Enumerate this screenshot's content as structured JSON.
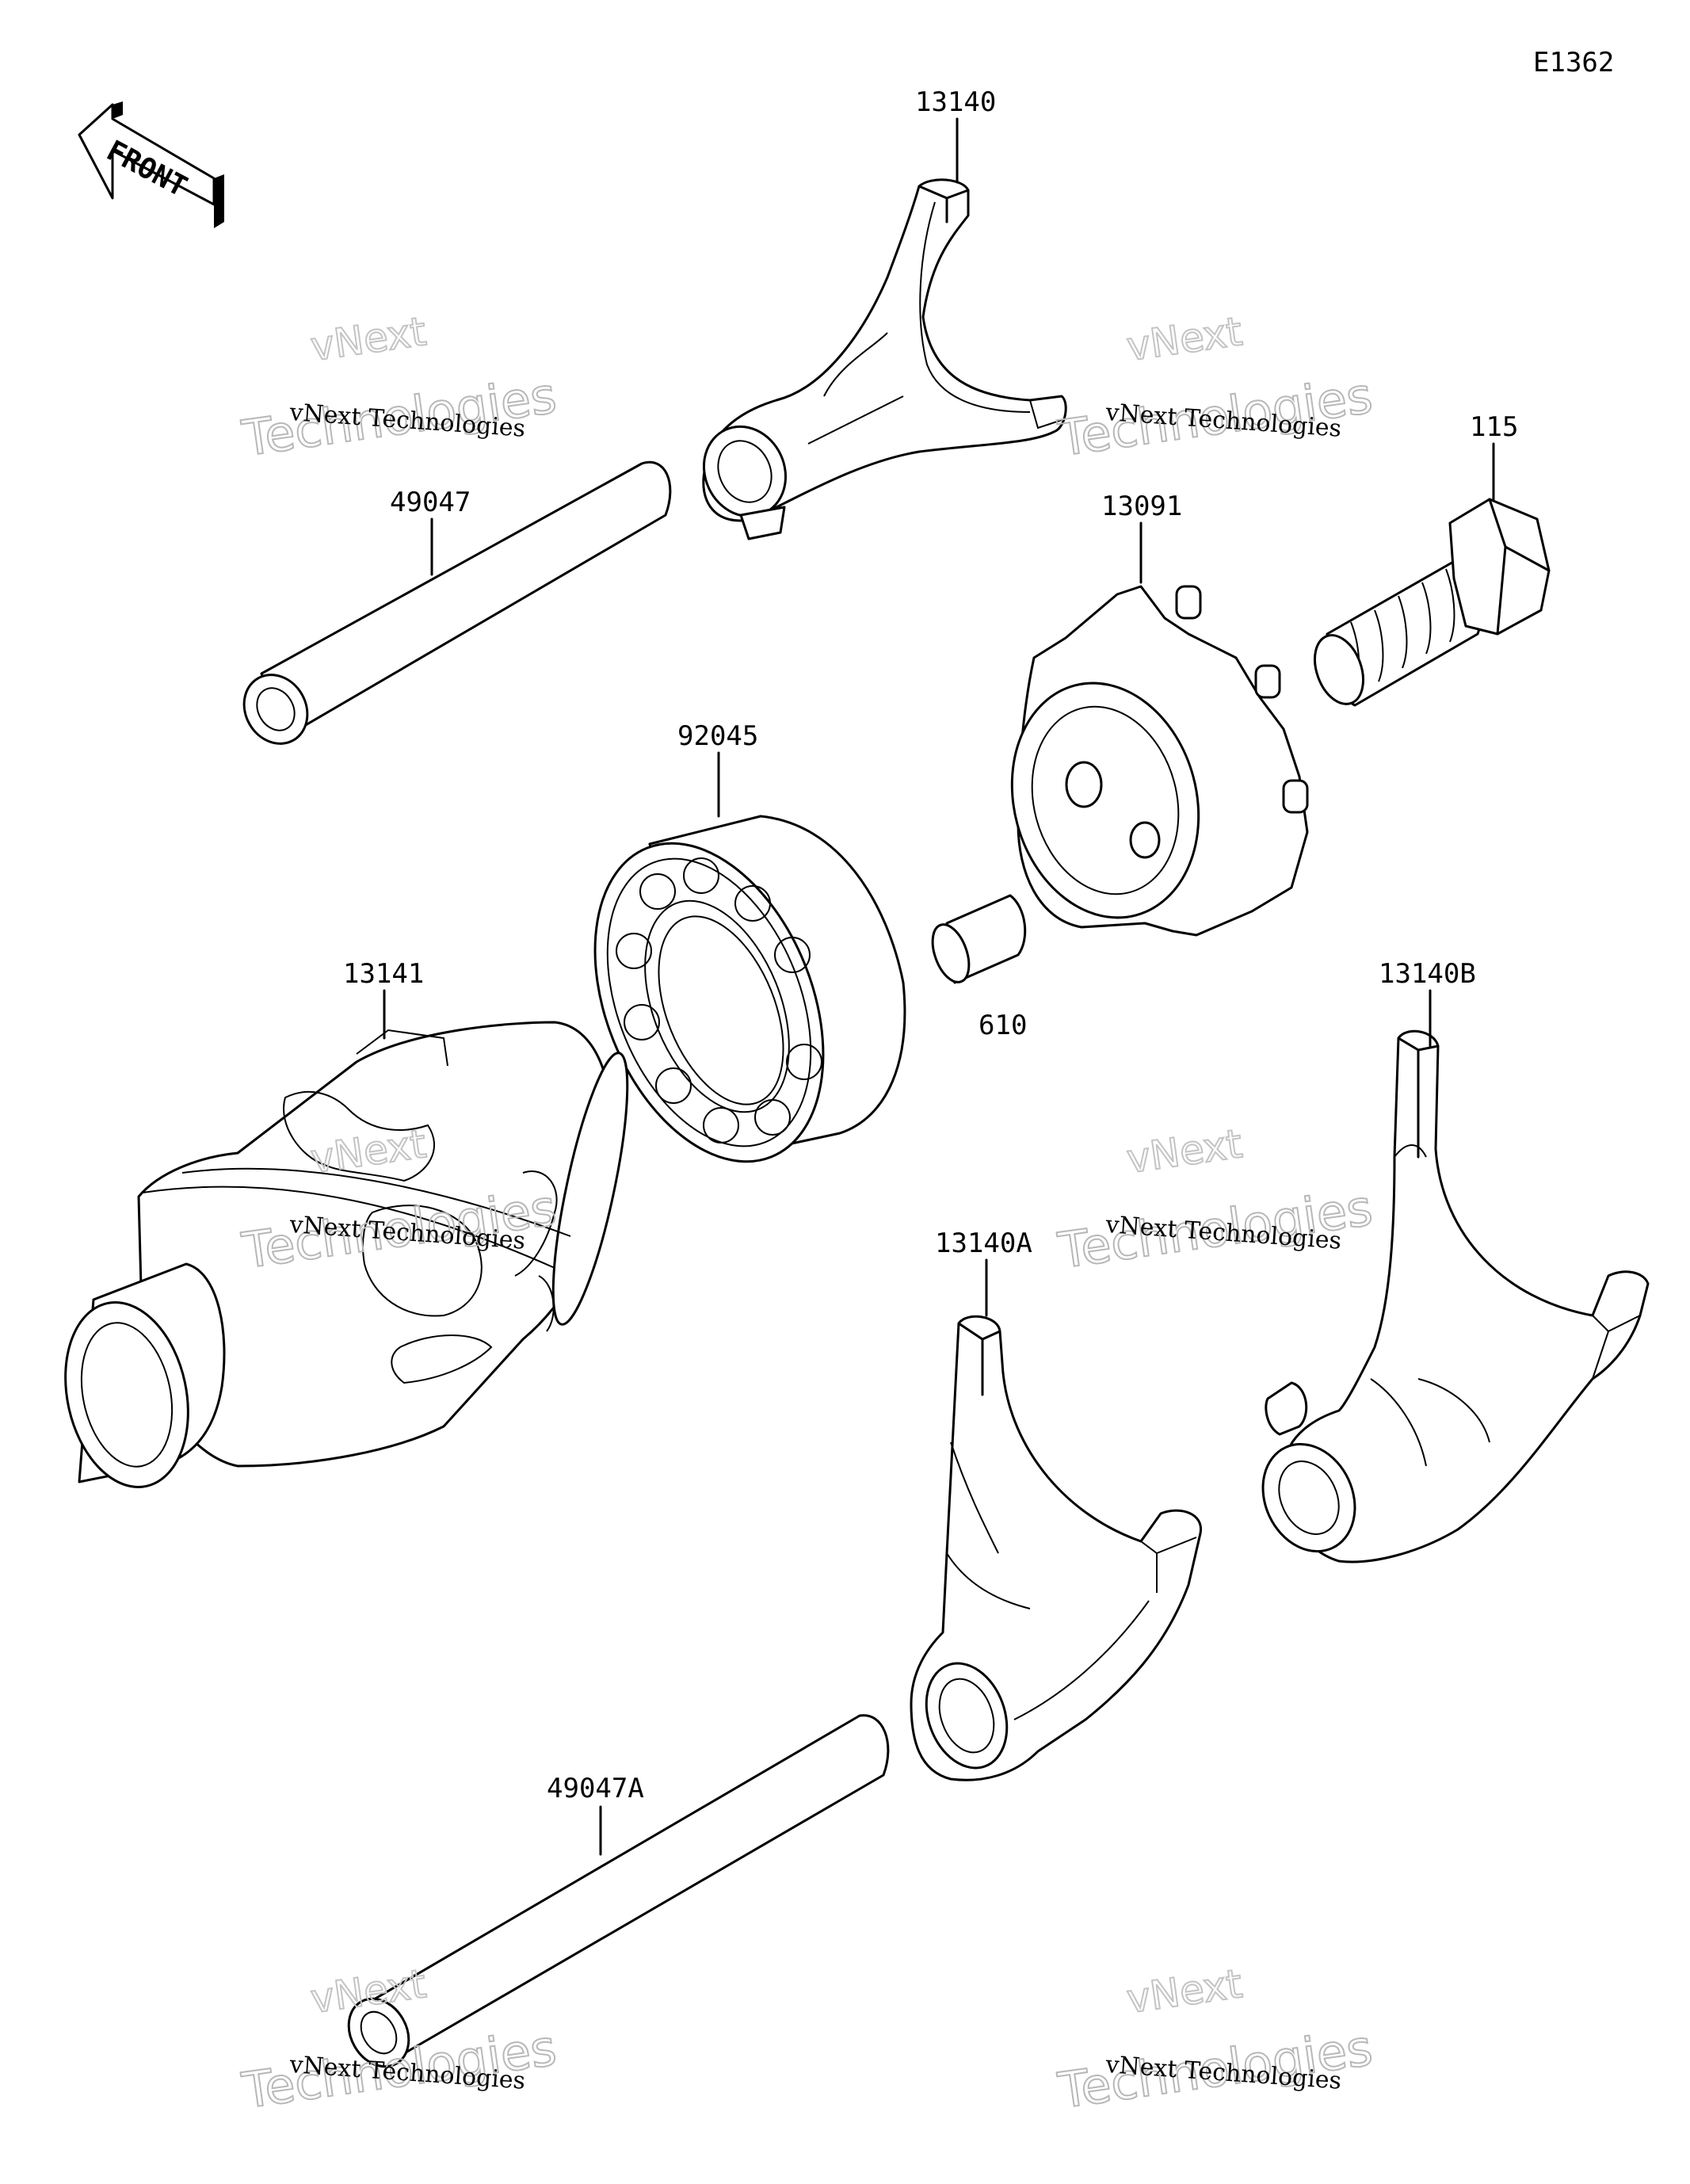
{
  "diagram_code": "E1362",
  "front_label": "FRONT",
  "watermark": {
    "line1": "vNext Technologies",
    "line2": "Technologies",
    "line0": "vNext"
  },
  "parts": [
    {
      "id": "p13140",
      "label": "13140"
    },
    {
      "id": "p49047",
      "label": "49047"
    },
    {
      "id": "p115",
      "label": "115"
    },
    {
      "id": "p13091",
      "label": "13091"
    },
    {
      "id": "p92045",
      "label": "92045"
    },
    {
      "id": "p13141",
      "label": "13141"
    },
    {
      "id": "p610",
      "label": "610"
    },
    {
      "id": "p13140B",
      "label": "13140B"
    },
    {
      "id": "p13140A",
      "label": "13140A"
    },
    {
      "id": "p49047A",
      "label": "49047A"
    }
  ]
}
